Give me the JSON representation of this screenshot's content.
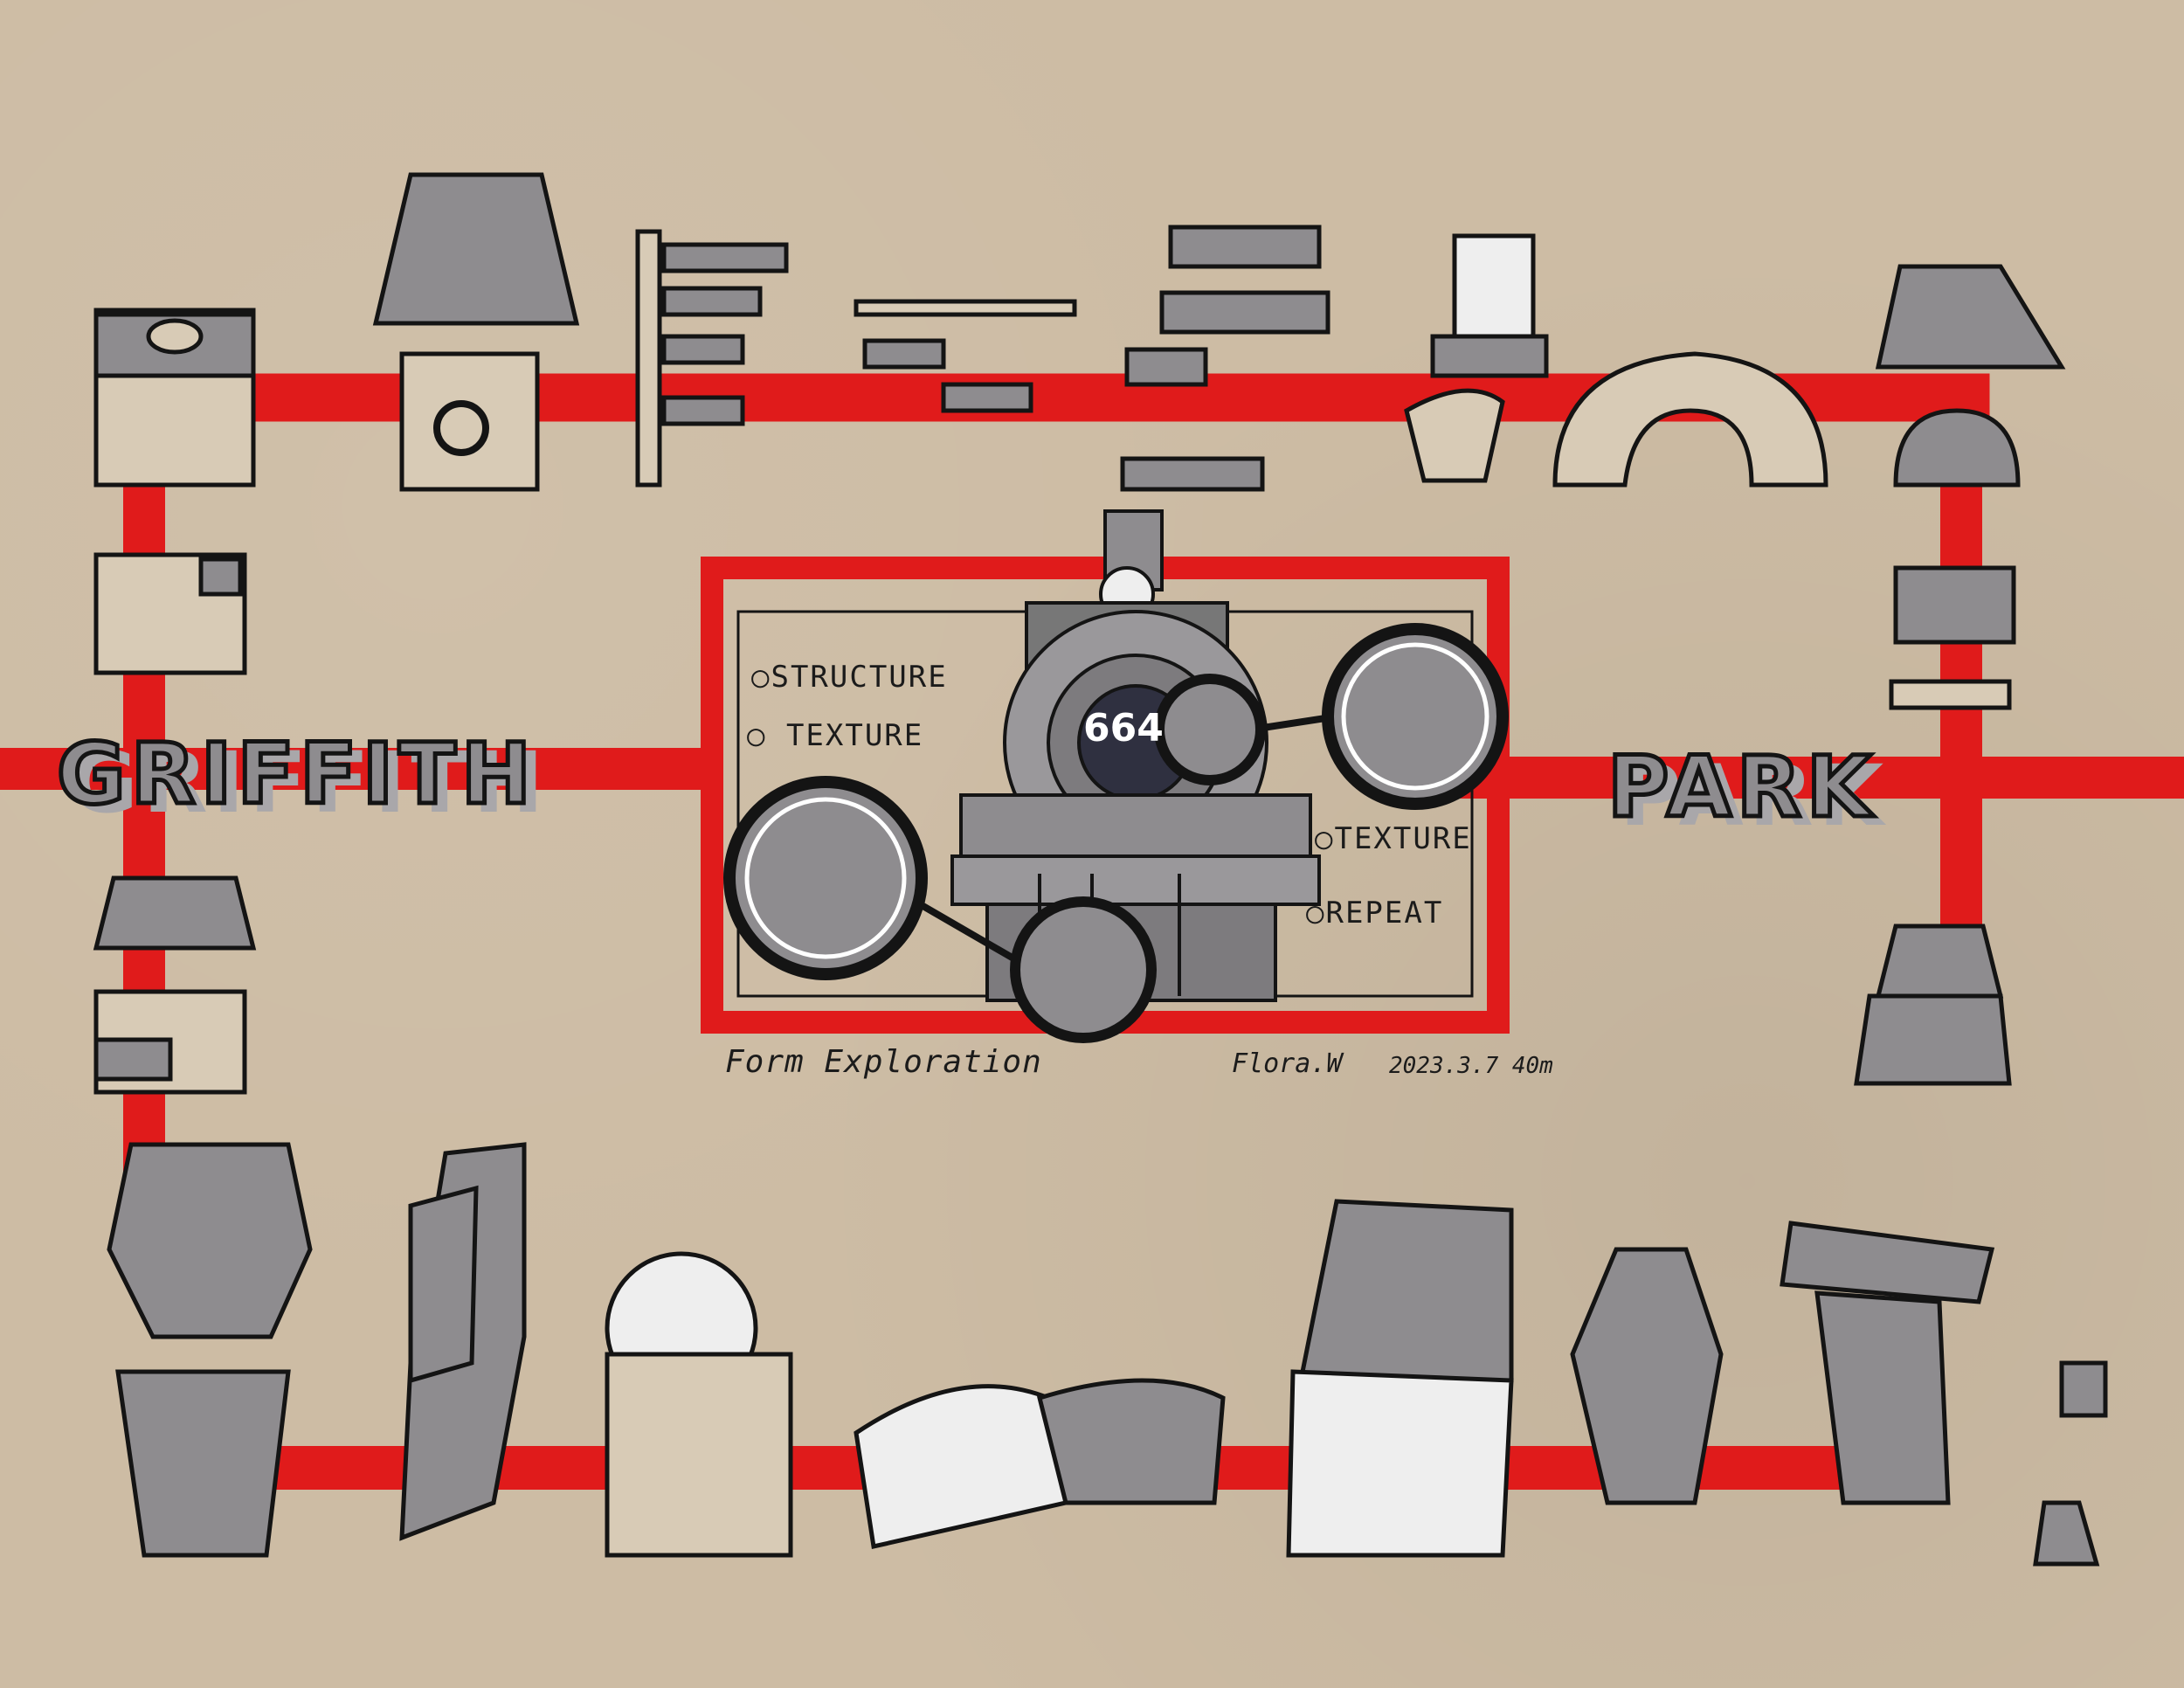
{
  "title_left": "GRIFFITH",
  "title_right": "PARK",
  "locomotive_number": "664",
  "annotations": {
    "structure": "STRUCTURE",
    "texture_left": "TEXTURE",
    "texture_right": "TEXTURE",
    "repeat": "REPEAT"
  },
  "caption": "Form Exploration",
  "signature": "Flora.W",
  "date_time": "2023.3.7 40m",
  "colors": {
    "paper": "#cdbca4",
    "accent_red": "#e01b1b",
    "ink": "#141414",
    "grey_marker": "#8e8c8f"
  }
}
